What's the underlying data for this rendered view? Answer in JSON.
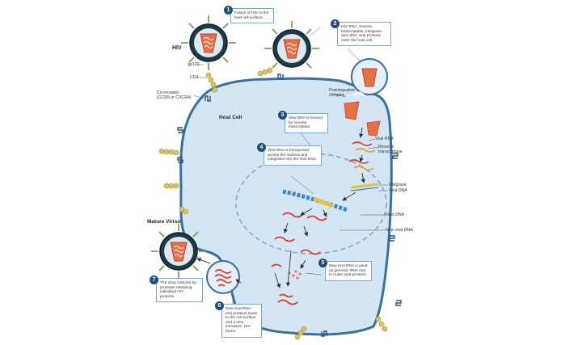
{
  "labels": {
    "hiv": "HIV",
    "host_cell": "Host Cell",
    "mature_virion": "Mature Virion",
    "gp120": "gp120",
    "cd4": "CD4",
    "coreceptor_1": "Co-receptor",
    "coreceptor_2": "(CCR5 or CXCR4)",
    "preintegration_1": "Preintegration",
    "preintegration_2": "complex",
    "viral_rna": "Viral RNA",
    "rt_1": "Reverse",
    "rt_2": "transcriptase",
    "integrase": "Integrase",
    "viral_dna": "Viral DNA",
    "host_dna": "Host DNA",
    "new_viral_rna": "New viral RNA"
  },
  "steps": [
    {
      "number": "1",
      "text": "Fusion of HIV to the host cell surface."
    },
    {
      "number": "2",
      "text": "HIV RNA, reverse transcriptase, integrase, and other viral proteins enter the host cell."
    },
    {
      "number": "3",
      "text": "Viral DNA is formed by reverse transcription."
    },
    {
      "number": "4",
      "text": "Viral DNA is transported across the nucleus and integrates into the host DNA."
    },
    {
      "number": "5",
      "text": "New viral RNA is used as genomic RNA and to make viral proteins."
    },
    {
      "number": "6",
      "text": "New viral RNA and proteins move to the cell surface and a new, immature, HIV forms."
    },
    {
      "number": "7",
      "text": "The virus matures by protease releasing individual HIV proteins."
    }
  ],
  "colors": {
    "cell_fill": "#d4e6f4",
    "membrane": "#3d6f9c",
    "receptor": "#d8c46a",
    "virus_shell": "#1e3c46",
    "virus_spike": "#6e9a45",
    "capsid": "#e87048",
    "rna": "#e03c2a",
    "dna_blue": "#3f86c8",
    "dna_yellow": "#e0c244",
    "badge": "#1f4e79",
    "box_border": "#7fa7c9"
  }
}
